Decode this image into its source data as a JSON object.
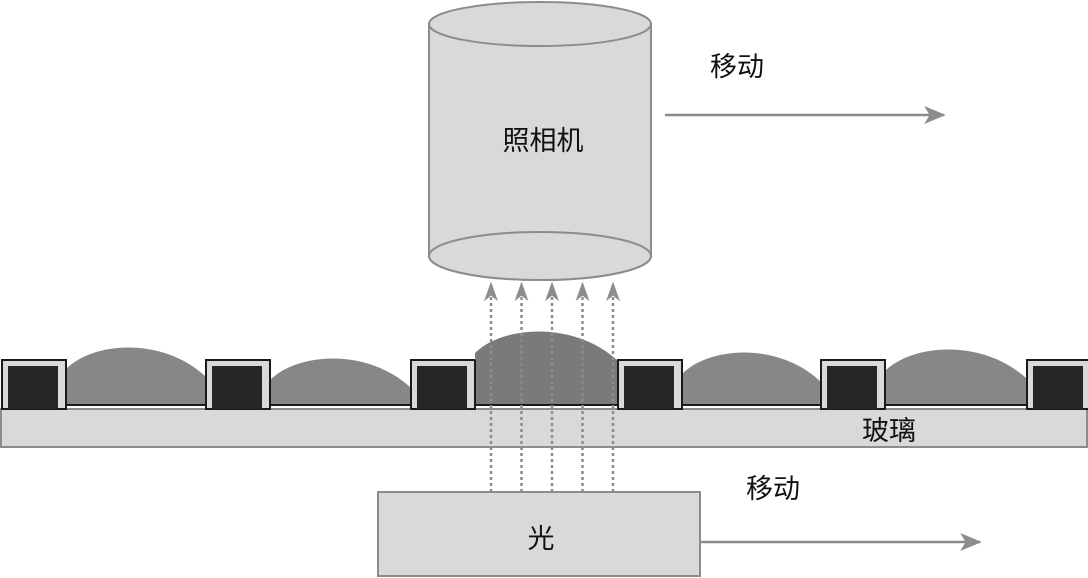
{
  "diagram": {
    "camera": {
      "label": "照相机"
    },
    "camera_motion": {
      "label": "移动"
    },
    "glass": {
      "label": "玻璃"
    },
    "light": {
      "label": "光"
    },
    "light_motion": {
      "label": "移动"
    },
    "light_rays": {
      "count": 5
    },
    "cells": {
      "count": 5,
      "highlighted_index": 2
    },
    "colors": {
      "body_fill": "#d9d9d9",
      "outline": "#8c8c8c",
      "arrow": "#8c8c8c",
      "dark_block": "#262626",
      "droplet": "#878787",
      "droplet_highlight": "#7a7a7a",
      "well_line": "#1a1a1a"
    }
  }
}
